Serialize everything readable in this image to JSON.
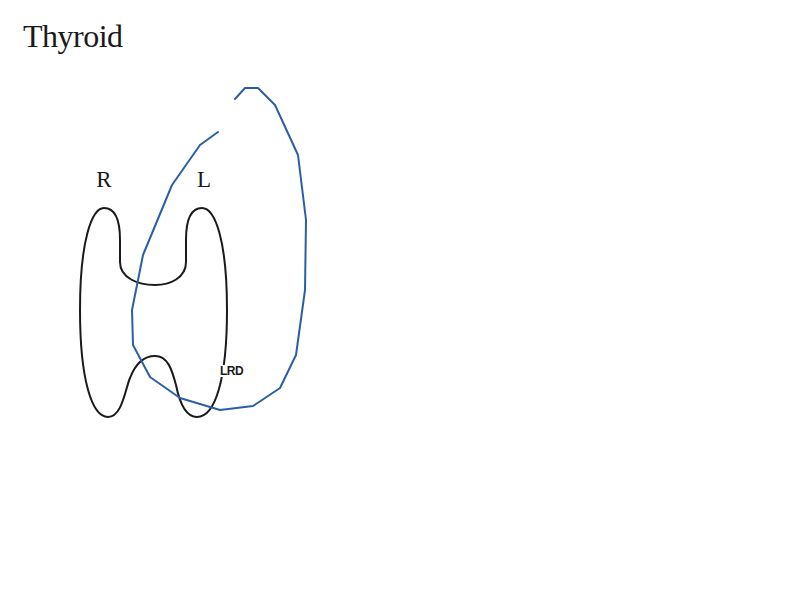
{
  "diagram": {
    "title": "Thyroid",
    "labels": [
      "R",
      "L",
      "LRD"
    ]
  }
}
